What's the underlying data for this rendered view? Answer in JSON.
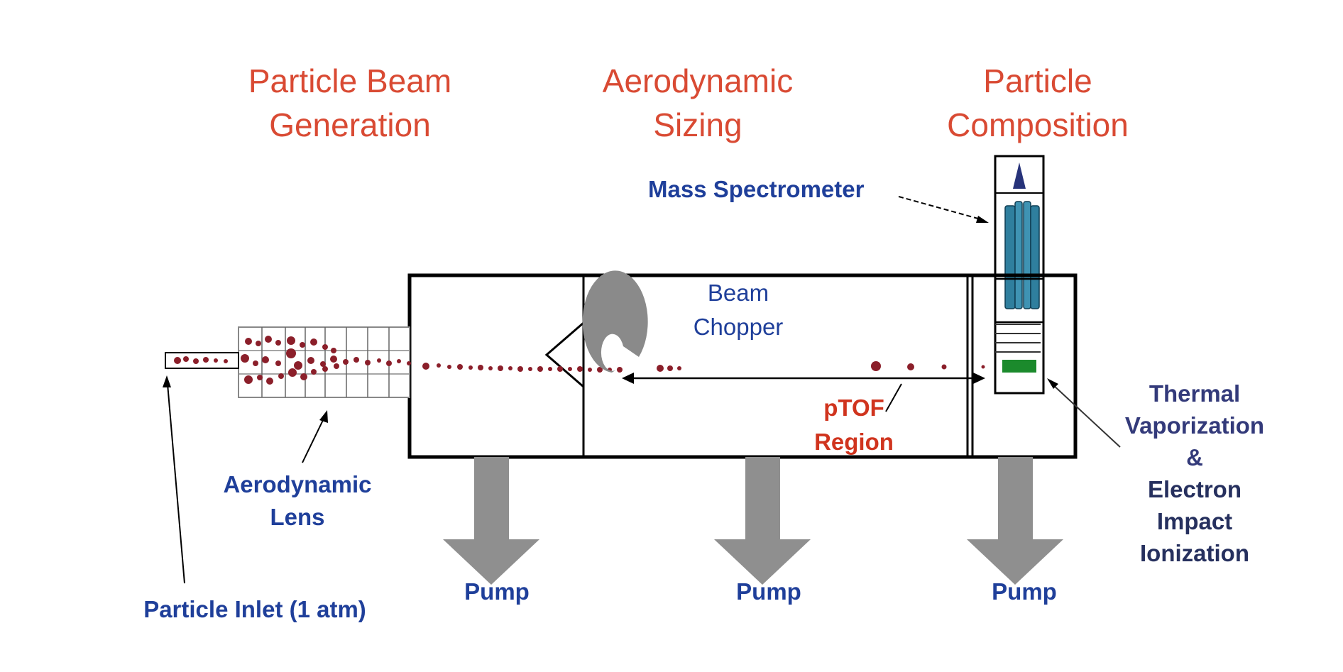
{
  "sections": {
    "beam_generation": [
      "Particle Beam",
      "Generation"
    ],
    "sizing": [
      "Aerodynamic",
      "Sizing"
    ],
    "composition": [
      "Particle",
      "Composition"
    ]
  },
  "labels": {
    "mass_spectrometer": "Mass Spectrometer",
    "beam_chopper": [
      "Beam",
      "Chopper"
    ],
    "ptof_region": [
      "pTOF",
      "Region"
    ],
    "thermal": [
      "Thermal",
      "Vaporization",
      "&",
      "Electron",
      "Impact",
      "Ionization"
    ],
    "aero_lens": [
      "Aerodynamic",
      "Lens"
    ],
    "inlet": "Particle Inlet (1 atm)",
    "pumps": [
      "Pump",
      "Pump",
      "Pump"
    ]
  },
  "colors": {
    "section_title": "#d94a33",
    "label_blue": "#1f3f9a",
    "label_navy": "#333a7a",
    "ptof": "#d0341e",
    "particle": "#8b1f2a",
    "pump_arrow": "#8f8f8f",
    "detector": "#1b8a2c",
    "quadrupole": "#2f7f9e"
  }
}
